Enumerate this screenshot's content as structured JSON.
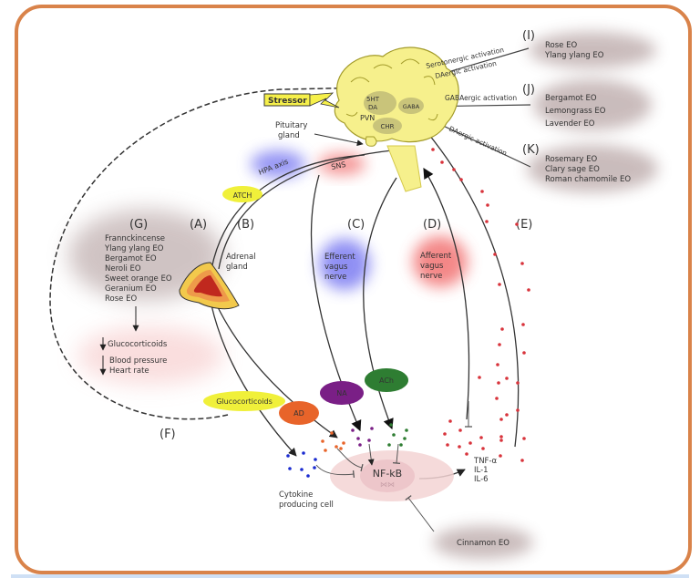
{
  "colors": {
    "frame": "#d9834a",
    "brain": "#f6f08c",
    "brain_region": "#c9c47a",
    "adrenal_outer": "#f2c94c",
    "adrenal_mid": "#ee9a4a",
    "adrenal_inner": "#c0281e",
    "glucocorticoids": "#f0f03a",
    "ad": "#e8642a",
    "na": "#7a1f86",
    "ach": "#2e7d32",
    "cytokine_dot": "#d8333b",
    "blue_dot": "#1a2bd0",
    "cell": "#f3d3d3"
  },
  "brain": {
    "stressor": "Stressor",
    "regions": [
      "5HT\nDA",
      "GABA",
      "CHR"
    ],
    "region_5ht": "5HT",
    "region_da": "DA",
    "region_gaba": "GABA",
    "region_chr": "CHR",
    "pvn": "PVN",
    "pituitary_line1": "Pituitary",
    "pituitary_line2": "gland"
  },
  "pathways": {
    "serotonergic": "Serotonergic activation",
    "daergic_top": "DAergic activation",
    "gabaergic": "GABAergic activation",
    "daergic_bottom": "DAergic  activation",
    "hpa_axis": "HPA axis",
    "sns": "SNS",
    "atch": "ATCH"
  },
  "labels": {
    "A": "(A)",
    "B": "(B)",
    "C": "(C)",
    "D": "(D)",
    "E": "(E)",
    "F": "(F)",
    "G": "(G)",
    "I": "(I)",
    "J": "(J)",
    "K": "(K)"
  },
  "adrenal": {
    "line1": "Adrenal",
    "line2": "gland"
  },
  "efferent": [
    "Efferent",
    "vagus",
    "nerve"
  ],
  "afferent": [
    "Afferent",
    "vagus",
    "nerve"
  ],
  "group_I": [
    "Rose EO",
    "Ylang ylang EO"
  ],
  "group_J": [
    "Bergamot EO",
    "Lemongrass EO",
    "Lavender EO"
  ],
  "group_K": [
    "Rosemary EO",
    "Clary sage EO",
    "Roman chamomile EO"
  ],
  "group_G": [
    "Frannckincense",
    "Ylang ylang EO",
    "Bergamot EO",
    "Neroli EO",
    "Sweet orange EO",
    "Geranium EO",
    "Rose EO"
  ],
  "effects": [
    "Glucocorticoids",
    "Blood pressure",
    "Heart rate"
  ],
  "mediators": {
    "glucocorticoids": "Glucocorticoids",
    "ad": "AD",
    "na": "NA",
    "ach": "ACh"
  },
  "cell": {
    "nfkb": "NF-kB",
    "label_line1": "Cytokine",
    "label_line2": "producing cell"
  },
  "cytokines": [
    "TNF-α",
    "IL-1",
    "IL-6"
  ],
  "cinnamon": "Cinnamon EO"
}
